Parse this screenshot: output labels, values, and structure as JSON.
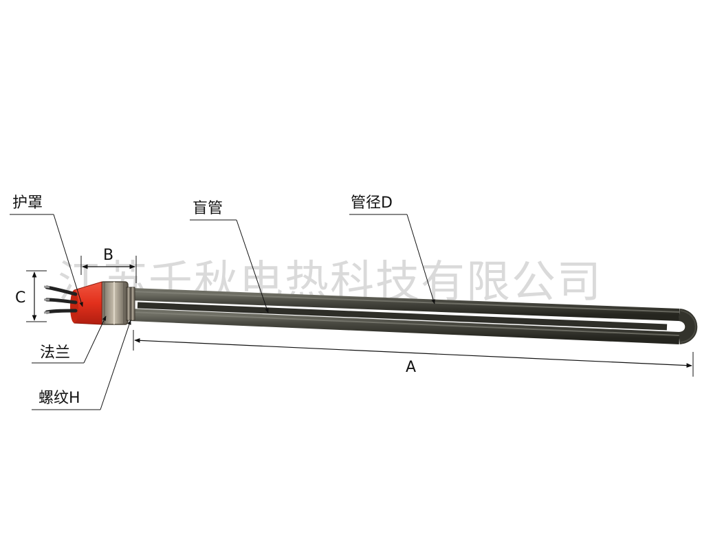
{
  "watermark": "江苏千秋电热科技有限公司",
  "labels": {
    "guard": "护罩",
    "blind_tube": "盲管",
    "tube_diameter": "管径D",
    "flange": "法兰",
    "thread": "螺纹H"
  },
  "dimensions": {
    "a": "A",
    "b": "B",
    "c": "C"
  },
  "colors": {
    "tube": "#3f3f38",
    "tube_highlight": "#8a8a80",
    "guard": "#e8321f",
    "flange": "#9a9080",
    "wire": "#222222"
  }
}
